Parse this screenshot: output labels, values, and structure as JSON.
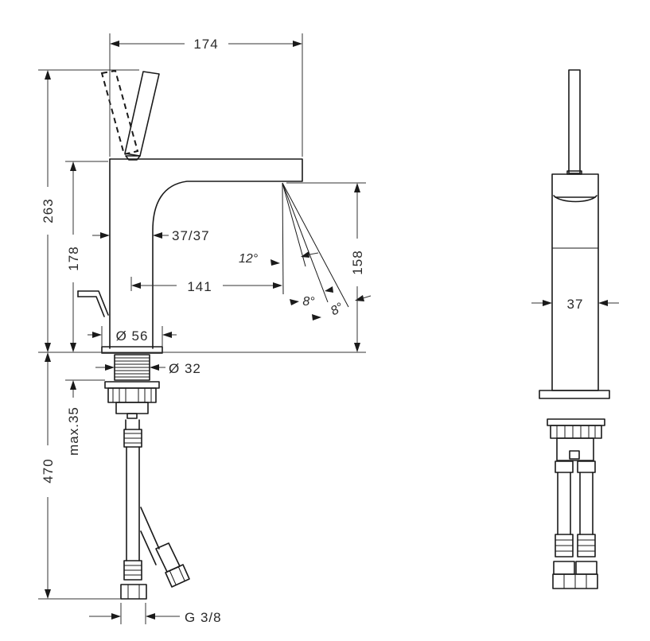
{
  "dimensions": {
    "width_top": "174",
    "height_total": "263",
    "height_spout": "178",
    "spout_section": "37/37",
    "angle_spray": "12°",
    "reach": "141",
    "angle_a": "8°",
    "angle_b": "8°",
    "spout_outlet_height": "158",
    "base_diameter": "Ø 56",
    "shank_diameter": "Ø 32",
    "max_thickness": "max.35",
    "hose_length": "470",
    "connection": "G 3/8",
    "side_width": "37"
  }
}
